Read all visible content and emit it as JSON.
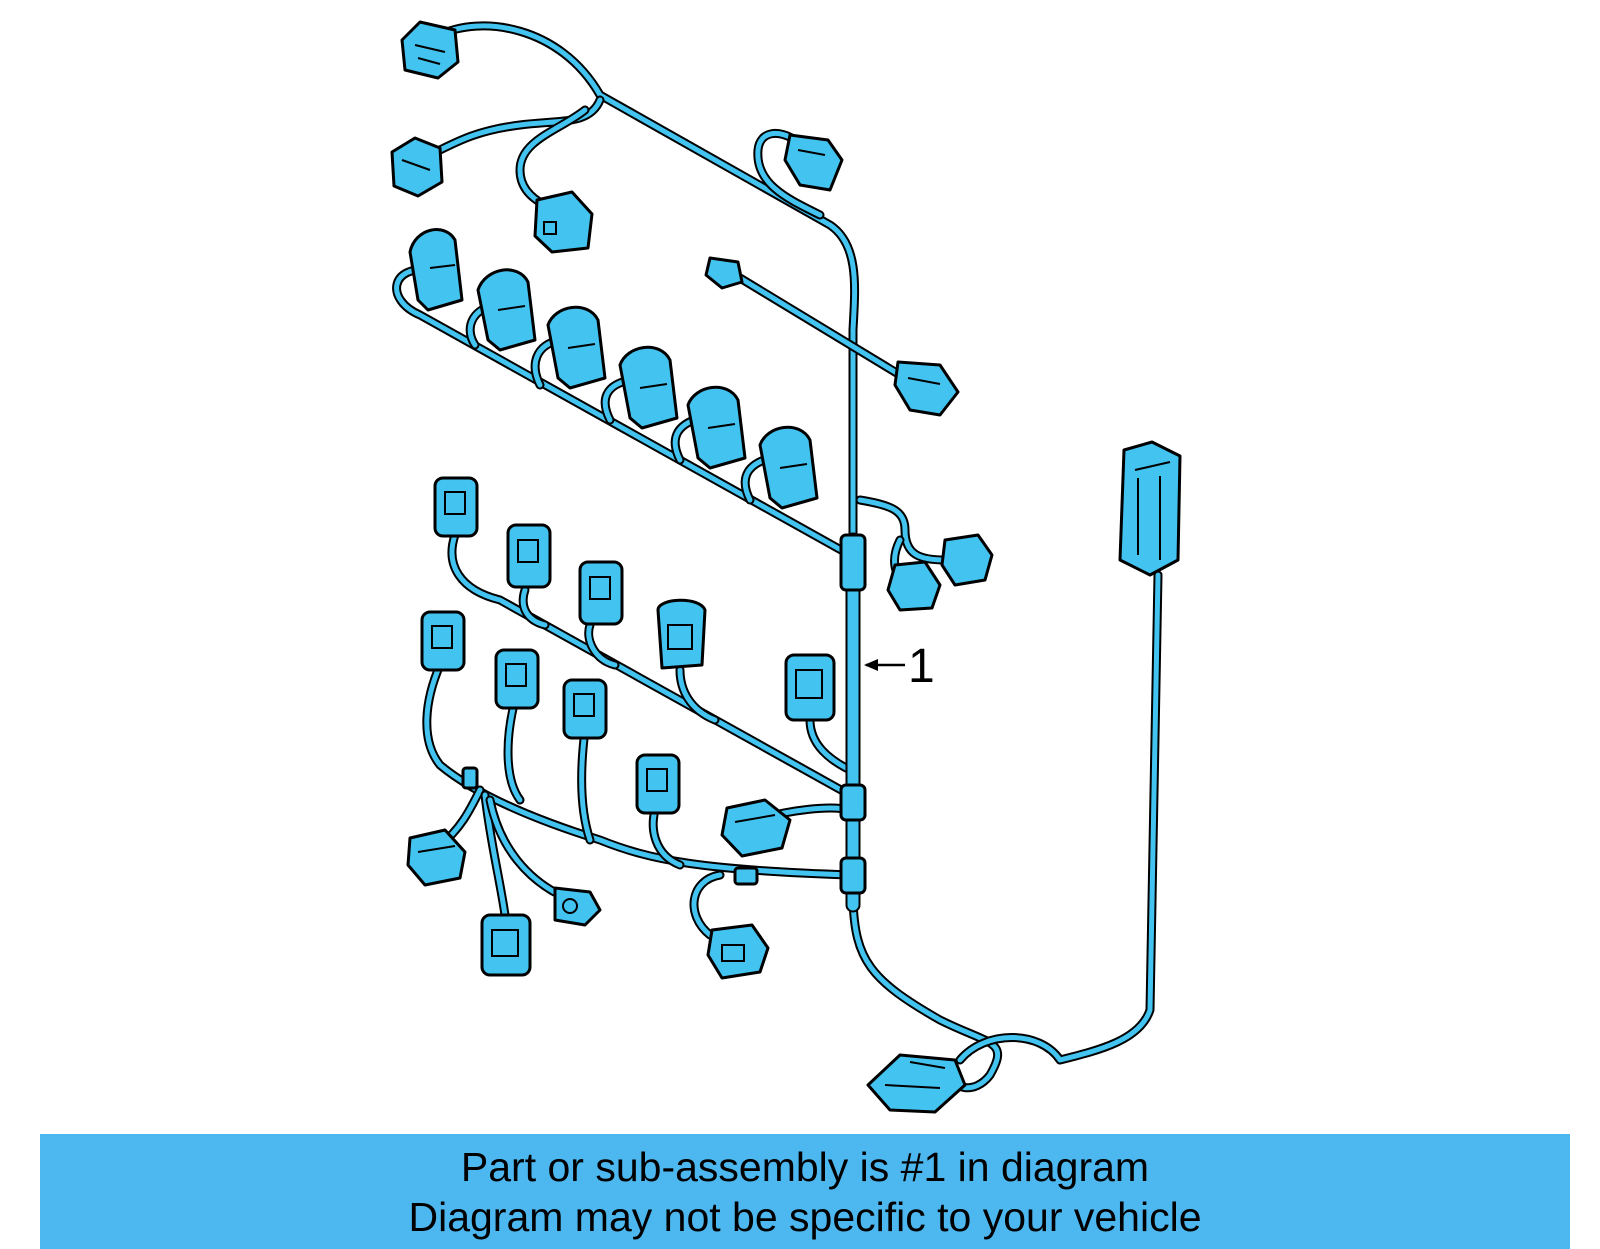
{
  "diagram": {
    "callout_label": "1",
    "colors": {
      "part_fill": "#43c3f0",
      "outline": "#000000",
      "banner": "#4db8f0"
    }
  },
  "banner": {
    "line1": "Part or sub-assembly is #1 in diagram",
    "line2": "Diagram may not be specific to your vehicle"
  }
}
